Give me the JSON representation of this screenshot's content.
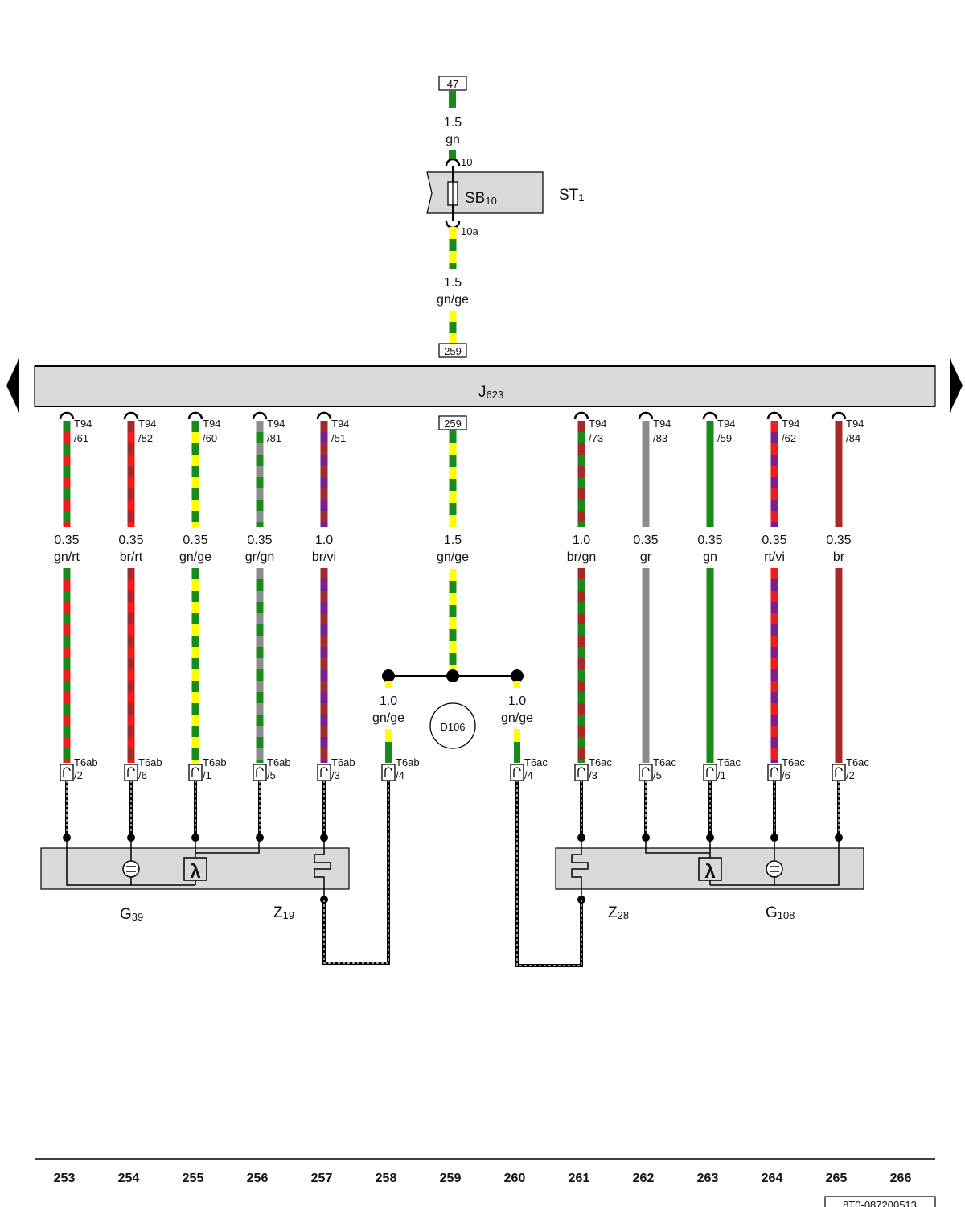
{
  "colors": {
    "gn": "#1a8a1a",
    "rt": "#ee1c1c",
    "br": "#a52a2a",
    "ge": "#ffff00",
    "gr": "#8c8c8c",
    "vi": "#7a1f8f",
    "housing": "#d9d9d9"
  },
  "top": {
    "ref_in": "47",
    "ref_out": "259",
    "wire1_size": "1.5",
    "wire1_color": "gn",
    "pin_in": "10",
    "pin_out": "10a",
    "fuse": "SB",
    "fuse_sub": "10",
    "holder": "ST",
    "holder_sub": "1",
    "wire2_size": "1.5",
    "wire2_color": "gn/ge"
  },
  "ecu": {
    "name": "J",
    "sub": "623",
    "center_ref": "259"
  },
  "wires": [
    {
      "conn": "T94",
      "pin": "/61",
      "size": "0.35",
      "color": "gn/rt",
      "c1": "gn",
      "c2": "rt",
      "dest": "T6ab",
      "dpin": "/2"
    },
    {
      "conn": "T94",
      "pin": "/82",
      "size": "0.35",
      "color": "br/rt",
      "c1": "br",
      "c2": "rt",
      "dest": "T6ab",
      "dpin": "/6"
    },
    {
      "conn": "T94",
      "pin": "/60",
      "size": "0.35",
      "color": "gn/ge",
      "c1": "gn",
      "c2": "ge",
      "dest": "T6ab",
      "dpin": "/1"
    },
    {
      "conn": "T94",
      "pin": "/81",
      "size": "0.35",
      "color": "gr/gn",
      "c1": "gr",
      "c2": "gn",
      "dest": "T6ab",
      "dpin": "/5"
    },
    {
      "conn": "T94",
      "pin": "/51",
      "size": "1.0",
      "color": "br/vi",
      "c1": "br",
      "c2": "vi",
      "dest": "T6ab",
      "dpin": "/3"
    },
    {
      "conn": "T94",
      "pin": "/73",
      "size": "1.0",
      "color": "br/gn",
      "c1": "br",
      "c2": "gn",
      "dest": "T6ac",
      "dpin": "/3"
    },
    {
      "conn": "T94",
      "pin": "/83",
      "size": "0.35",
      "color": "gr",
      "c1": "gr",
      "c2": "gr",
      "dest": "T6ac",
      "dpin": "/5"
    },
    {
      "conn": "T94",
      "pin": "/59",
      "size": "0.35",
      "color": "gn",
      "c1": "gn",
      "c2": "gn",
      "dest": "T6ac",
      "dpin": "/1"
    },
    {
      "conn": "T94",
      "pin": "/62",
      "size": "0.35",
      "color": "rt/vi",
      "c1": "rt",
      "c2": "vi",
      "dest": "T6ac",
      "dpin": "/6"
    },
    {
      "conn": "T94",
      "pin": "/84",
      "size": "0.35",
      "color": "br",
      "c1": "br",
      "c2": "br",
      "dest": "T6ac",
      "dpin": "/2"
    }
  ],
  "center": {
    "size": "1.5",
    "color": "gn/ge",
    "splice": "D106",
    "left": {
      "size": "1.0",
      "color": "gn/ge",
      "dest": "T6ab",
      "dpin": "/4"
    },
    "right": {
      "size": "1.0",
      "color": "gn/ge",
      "dest": "T6ac",
      "dpin": "/4"
    }
  },
  "components": [
    {
      "name": "G",
      "sub": "39"
    },
    {
      "name": "Z",
      "sub": "19"
    },
    {
      "name": "Z",
      "sub": "28"
    },
    {
      "name": "G",
      "sub": "108"
    }
  ],
  "lambda_symbol": "λ",
  "columns": [
    "253",
    "254",
    "255",
    "256",
    "257",
    "258",
    "259",
    "260",
    "261",
    "262",
    "263",
    "264",
    "265",
    "266"
  ],
  "doc_id": "8T0-087200513"
}
